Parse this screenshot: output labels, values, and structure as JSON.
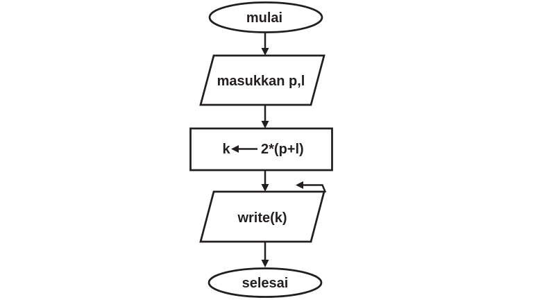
{
  "page": {
    "background": "#ffffff",
    "ink": "#231f20"
  },
  "flowchart": {
    "nodes": {
      "start": {
        "shape": "ellipse-terminator",
        "label": "mulai"
      },
      "input": {
        "shape": "parallelogram-io",
        "label": "masukkan p,l"
      },
      "process": {
        "shape": "rectangle-process",
        "target": "k",
        "expression": "2*(p+l)"
      },
      "output": {
        "shape": "parallelogram-io",
        "label": "write(k)"
      },
      "end": {
        "shape": "ellipse-terminator",
        "label": "selesai"
      }
    }
  }
}
